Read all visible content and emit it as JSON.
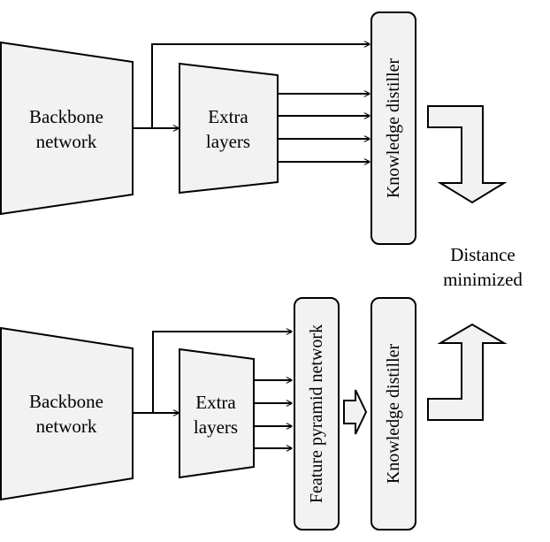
{
  "top": {
    "backbone": {
      "line1": "Backbone",
      "line2": "network"
    },
    "extra": {
      "line1": "Extra",
      "line2": "layers"
    },
    "distiller": "Knowledge distiller"
  },
  "bottom": {
    "backbone": {
      "line1": "Backbone",
      "line2": "network"
    },
    "extra": {
      "line1": "Extra",
      "line2": "layers"
    },
    "fpn": "Feature pyramid network",
    "distiller": "Knowledge distiller"
  },
  "output": {
    "line1": "Distance",
    "line2": "minimized"
  },
  "colors": {
    "fill": "#f2f2f2",
    "stroke": "#000000"
  }
}
